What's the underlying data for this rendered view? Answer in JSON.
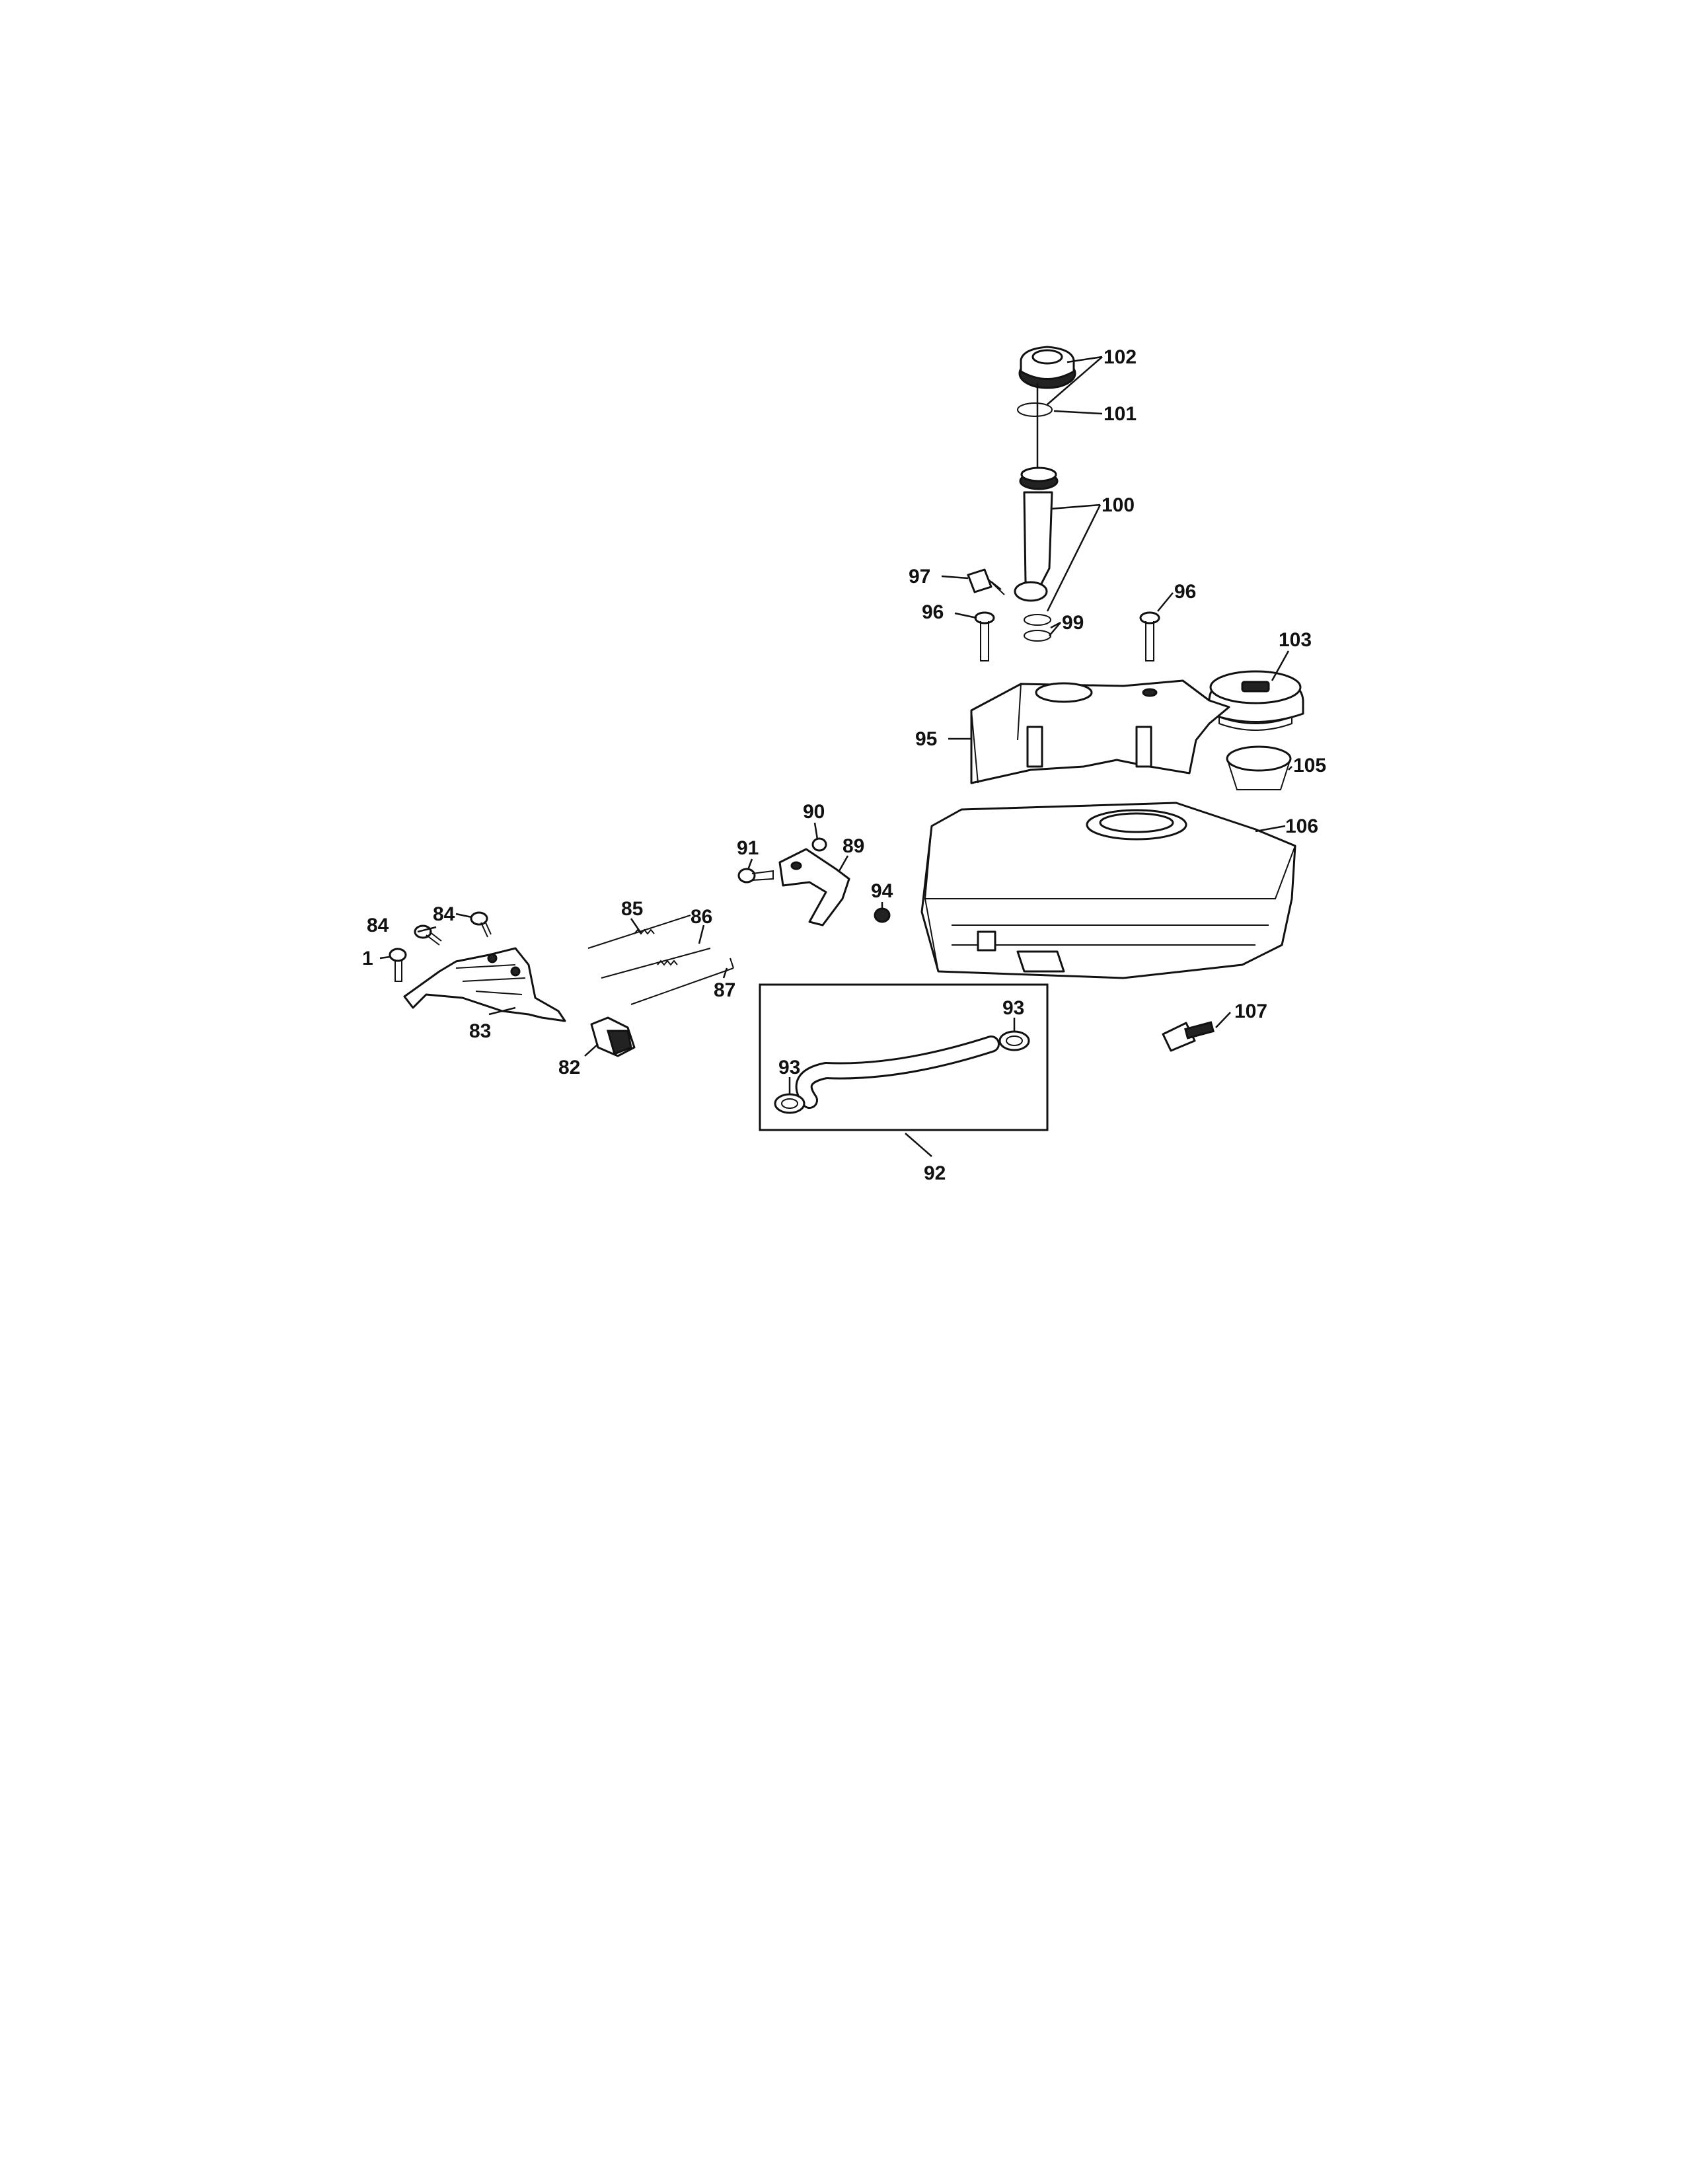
{
  "callouts": {
    "c1": "1",
    "c82": "82",
    "c83": "83",
    "c84a": "84",
    "c84b": "84",
    "c85": "85",
    "c86": "86",
    "c87": "87",
    "c89": "89",
    "c90": "90",
    "c91": "91",
    "c92": "92",
    "c93a": "93",
    "c93b": "93",
    "c94": "94",
    "c95": "95",
    "c96a": "96",
    "c96b": "96",
    "c97": "97",
    "c99": "99",
    "c100": "100",
    "c101": "101",
    "c102": "102",
    "c103": "103",
    "c105": "105",
    "c106": "106",
    "c107": "107"
  }
}
